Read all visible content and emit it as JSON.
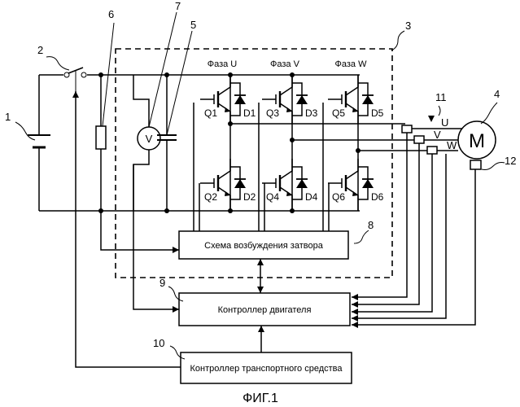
{
  "labels": {
    "battery": "1",
    "switch": "2",
    "inverter": "3",
    "motor": "4",
    "capacitor": "5",
    "resistor": "6",
    "voltmeter": "7",
    "gate_driver": "8",
    "motor_controller": "9",
    "vehicle_controller": "10",
    "current_sensors": "11",
    "position_sensor": "12"
  },
  "phases": [
    "Фаза U",
    "Фаза V",
    "Фаза W"
  ],
  "transistors": [
    "Q1",
    "Q2",
    "Q3",
    "Q4",
    "Q5",
    "Q6"
  ],
  "diodes": [
    "D1",
    "D2",
    "D3",
    "D4",
    "D5",
    "D6"
  ],
  "phase_lines": [
    "U",
    "V",
    "W"
  ],
  "motor_symbol": "M",
  "voltmeter_symbol": "V",
  "boxes": {
    "gate_driver": "Схема возбуждения затвора",
    "motor_controller": "Контроллер двигателя",
    "vehicle_controller": "Контроллер транспортного средства"
  },
  "caption": "ФИГ.1"
}
